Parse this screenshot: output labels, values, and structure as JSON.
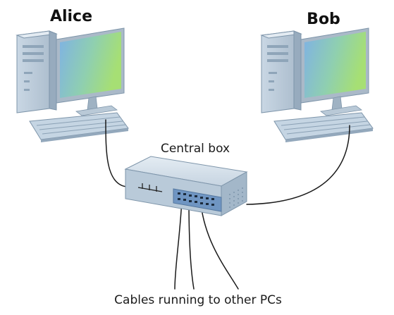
{
  "labels": {
    "left_user": "Alice",
    "right_user": "Bob",
    "hub": "Central box",
    "cables": "Cables running to other PCs"
  },
  "colors": {
    "case_light": "#d3dfe9",
    "case_mid": "#b7c9d8",
    "case_dark": "#8ea4b7",
    "screen_start": "#7fb2e4",
    "screen_end": "#a6df74",
    "monitor_frame": "#9db0c2",
    "keyboard": "#c5d5e3",
    "hub_body": "#b9cad9",
    "hub_port_panel": "#6f95c2",
    "cable": "#1a1a1a"
  },
  "icons": {
    "left_computer": "desktop-computer-icon",
    "right_computer": "desktop-computer-icon",
    "hub": "network-hub-icon"
  }
}
